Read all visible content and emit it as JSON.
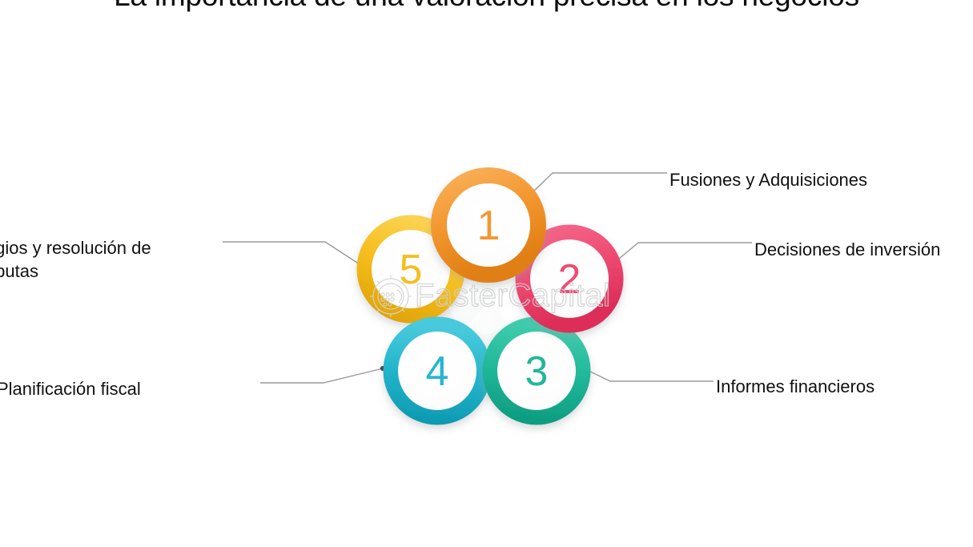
{
  "slide": {
    "title": "La importancia de una valoración precisa en los negocios",
    "background_color": "#ffffff",
    "title_color": "#0d0d0d"
  },
  "diagram": {
    "type": "5-petal circular infographic",
    "petals": [
      {
        "number": "1",
        "label": "Fusiones y Adquisiciones",
        "color": "#F3972F",
        "position": "top",
        "label_side": "right"
      },
      {
        "number": "2",
        "label": "Decisiones de inversión",
        "color": "#EE4C72",
        "position": "upper-right",
        "label_side": "right"
      },
      {
        "number": "3",
        "label": "Informes financieros",
        "color": "#20B799",
        "position": "lower-right",
        "label_side": "right"
      },
      {
        "number": "4",
        "label": "Planificación fiscal",
        "color": "#24B6CC",
        "position": "lower-left",
        "label_side": "left"
      },
      {
        "number": "5",
        "label": "Litigios y resolución de\ndisputas",
        "color": "#F5BE1E",
        "position": "upper-left",
        "label_side": "left"
      }
    ],
    "connector_color": "#9a9a9a"
  },
  "watermark": {
    "text": "FasterCapital",
    "color": "#cfcfcf",
    "logo_icon": "gear-circuit-icon"
  }
}
